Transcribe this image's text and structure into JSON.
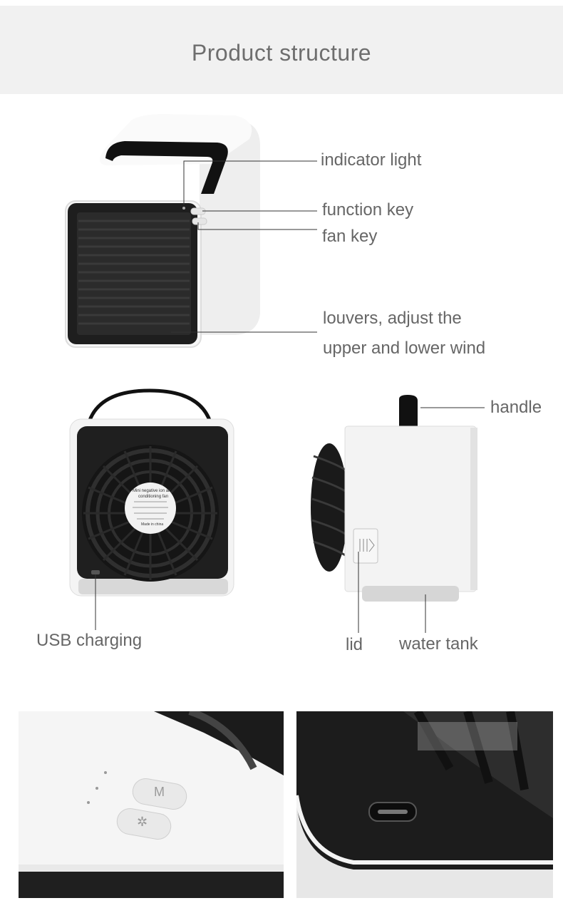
{
  "header": {
    "title": "Product structure"
  },
  "callouts": {
    "indicator_light": "indicator light",
    "function_key": "function key",
    "fan_key": "fan key",
    "louvers_line1": "louvers, adjust the",
    "louvers_line2": "upper and lower wind",
    "handle": "handle",
    "usb_charging": "USB charging",
    "lid": "lid",
    "water_tank": "water tank"
  },
  "product_sticker": {
    "line1": "Mini negative ion air",
    "line2": "conditioning fan",
    "line3": "Made in china"
  },
  "buttons": {
    "mode_key": "M",
    "fan_key": "✲"
  },
  "colors": {
    "body_white": "#f4f4f4",
    "panel_black": "#1f1f1f",
    "leader_line": "#333333",
    "label_text": "#666666",
    "header_bg": "#f1f1f1"
  }
}
